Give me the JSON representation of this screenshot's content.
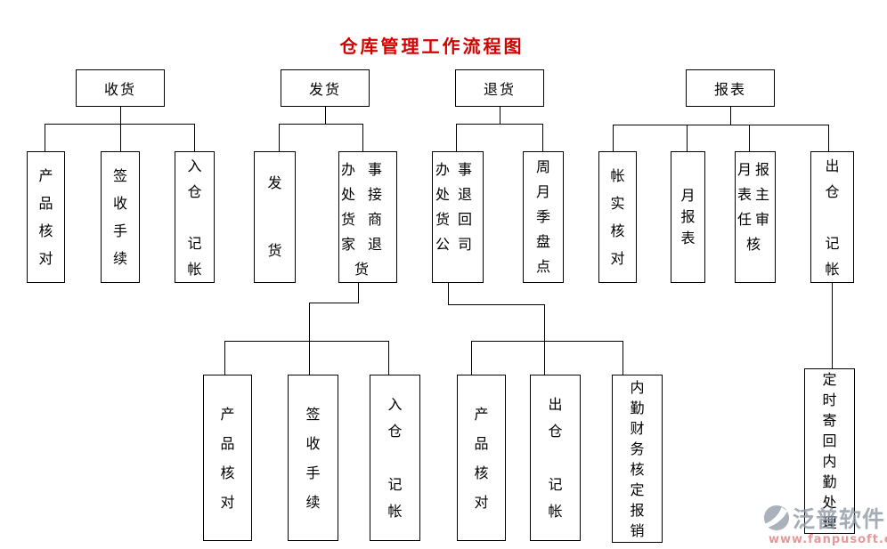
{
  "title": {
    "text": "仓库管理工作流程图",
    "color": "#d40000"
  },
  "watermark": {
    "logo_icon": "fanpu-swoosh-logo",
    "brand": "泛普软件",
    "url": "www.fanpusoft.com",
    "brand_color": "#8f9aa6",
    "url_color": "#e08f8f"
  },
  "flowchart": {
    "line_color": "#000000",
    "level1": [
      {
        "label": "收货"
      },
      {
        "label": "发货"
      },
      {
        "label": "退货"
      },
      {
        "label": "报表"
      }
    ],
    "level2": [
      {
        "label": "产品核对",
        "parent": "收货"
      },
      {
        "label": "签收手续",
        "parent": "收货"
      },
      {
        "label": "入仓 记帐",
        "parent": "收货"
      },
      {
        "label": "发 货",
        "parent": "发货"
      },
      {
        "label": "办事处接货商家退货",
        "parent": "发货"
      },
      {
        "label": "办事处退货回公司",
        "parent": "退货"
      },
      {
        "label": "周月季盘点",
        "parent": "退货"
      },
      {
        "label": "帐实核对",
        "parent": "报表"
      },
      {
        "label": "月报表",
        "parent": "报表"
      },
      {
        "label": "月报表主任审核",
        "parent": "报表"
      },
      {
        "label": "出仓 记帐",
        "parent": "报表"
      }
    ],
    "level3": [
      {
        "label": "产品核对",
        "parent": "办事处接货商家退货"
      },
      {
        "label": "签收手续",
        "parent": "办事处接货商家退货"
      },
      {
        "label": "入仓 记帐",
        "parent": "办事处接货商家退货"
      },
      {
        "label": "产品核对",
        "parent": "办事处退货回公司"
      },
      {
        "label": "出仓 记帐",
        "parent": "办事处退货回公司"
      },
      {
        "label": "内勤财务核定报销",
        "parent": "办事处退货回公司"
      },
      {
        "label": "定时寄回内勤处理",
        "parent": "出仓 记帐"
      }
    ]
  }
}
